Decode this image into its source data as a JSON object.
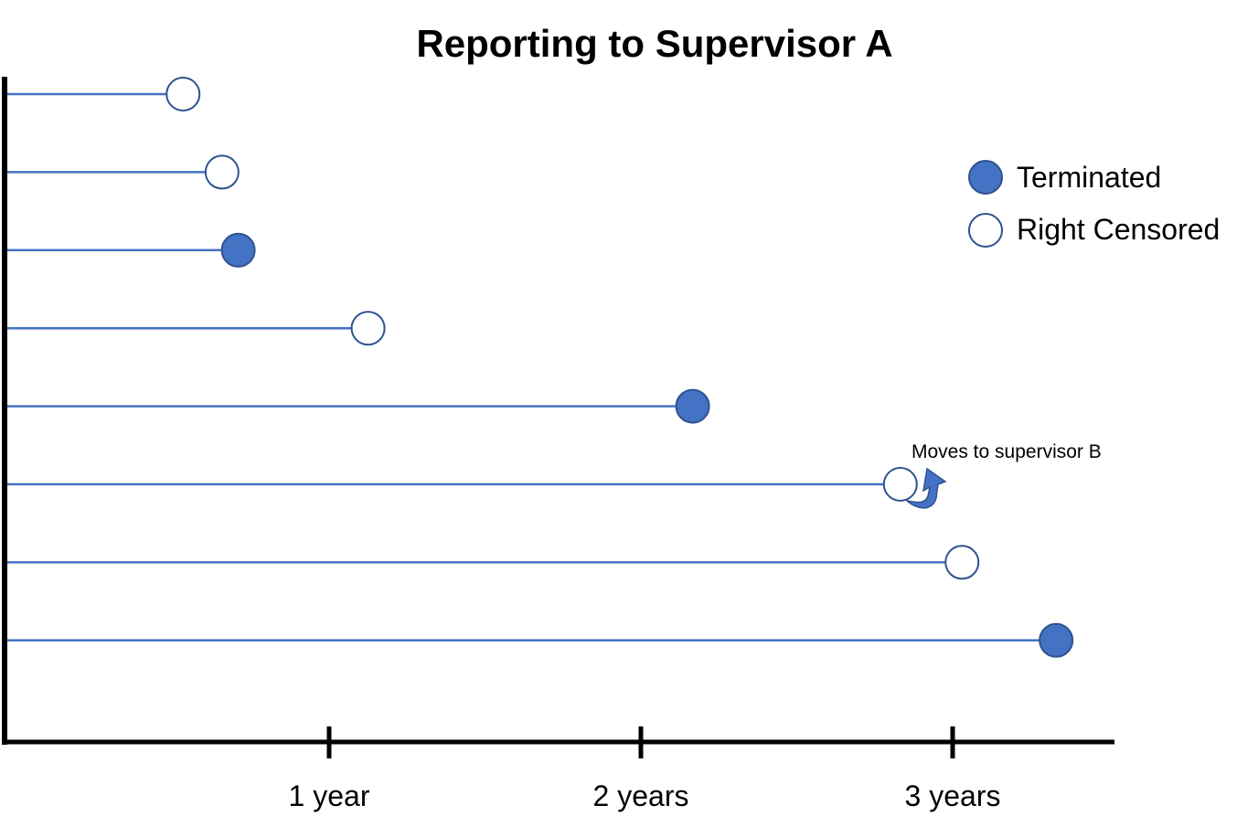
{
  "chart_data": {
    "type": "timeline",
    "title": "Reporting to Supervisor A",
    "x_axis": {
      "ticks": [
        {
          "value": 1,
          "label": "1 year"
        },
        {
          "value": 2,
          "label": "2 years"
        },
        {
          "value": 3,
          "label": "3 years"
        }
      ]
    },
    "legend": {
      "placement": "top-right",
      "entries": [
        {
          "label": "Terminated",
          "marker": "filled-circle"
        },
        {
          "label": "Right Censored",
          "marker": "open-circle"
        }
      ]
    },
    "subjects": [
      {
        "end_years": 0.55,
        "event": "right-censored"
      },
      {
        "end_years": 0.67,
        "event": "right-censored"
      },
      {
        "end_years": 0.72,
        "event": "terminated"
      },
      {
        "end_years": 1.12,
        "event": "right-censored"
      },
      {
        "end_years": 2.12,
        "event": "terminated"
      },
      {
        "end_years": 2.76,
        "event": "right-censored",
        "annotation": "Moves to supervisor B"
      },
      {
        "end_years": 2.95,
        "event": "right-censored"
      },
      {
        "end_years": 3.24,
        "event": "terminated"
      }
    ]
  },
  "colors": {
    "line": "#4472c4",
    "filled_marker": "#4472c4",
    "marker_stroke": "#2f528f",
    "axis": "#000000"
  }
}
